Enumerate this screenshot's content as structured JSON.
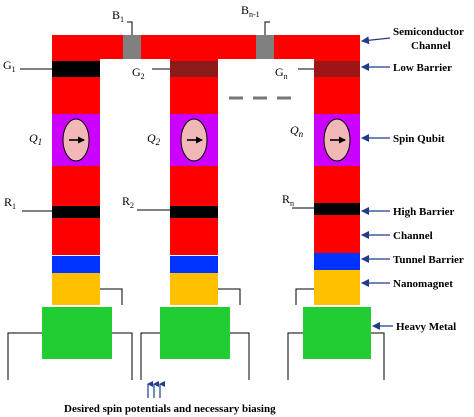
{
  "terminals": {
    "b1": "B",
    "b1_sub": "1",
    "bn": "B",
    "bn_sub": "n-1",
    "g1": "G",
    "g1_sub": "1",
    "g2": "G",
    "g2_sub": "2",
    "gn": "G",
    "gn_sub": "n",
    "r1": "R",
    "r1_sub": "1",
    "r2": "R",
    "r2_sub": "2",
    "rn": "R",
    "rn_sub": "n"
  },
  "qubits": {
    "q1": "Q",
    "q1_sub": "1",
    "q2": "Q",
    "q2_sub": "2",
    "qn": "Q",
    "qn_sub": "n"
  },
  "legend": {
    "semiconductor_channel_line1": "Semiconductor",
    "semiconductor_channel_line2": "Channel",
    "low_barrier": "Low Barrier",
    "spin_qubit": "Spin Qubit",
    "high_barrier": "High Barrier",
    "channel": "Channel",
    "tunnel_barrier": "Tunnel Barrier",
    "nanomagnet": "Nanomagnet",
    "heavy_metal": "Heavy Metal"
  },
  "footer": {
    "caption": "Desired spin potentials and necessary biasing"
  },
  "colors": {
    "channel": "#ff0000",
    "gate_contact": "#808080",
    "low_barrier": "#8b1a1a",
    "high_barrier": "#000000",
    "qubit_region": "#cc00ff",
    "qubit_ellipse": "#f2b8b8",
    "tunnel_barrier": "#0033ff",
    "nanomagnet": "#ffc000",
    "heavy_metal": "#22cc33",
    "pointer_arrow": "#1f3d8a"
  }
}
